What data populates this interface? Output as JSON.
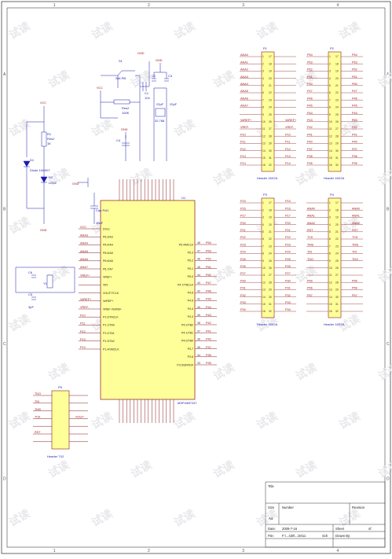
{
  "zones": {
    "columns": [
      "1",
      "2",
      "3",
      "4"
    ],
    "rows": [
      "A",
      "B",
      "C",
      "D"
    ]
  },
  "watermark": "试读",
  "mcu": {
    "designator": "U1",
    "part": "MSP430F247",
    "left_pins": [
      "DVcc",
      "P6.3/A3",
      "P6.4/A4",
      "P6.5/A5",
      "P6.6/A6",
      "P6.7/A7",
      "VREF+",
      "XIN",
      "XOUT/TCLK",
      "VeREF+",
      "VREF-/VeREF-",
      "P1.0/TACLK",
      "P1.1/TA0",
      "P1.2/TA1",
      "P1.3/TA2",
      "P1.4/SMCLK"
    ],
    "left_nets": [
      "VCC",
      "ANA3",
      "ANA4",
      "ANA5",
      "ANA6",
      "ANA7",
      "VREF+",
      "",
      "",
      "VeREF+",
      "VREF-",
      "P10",
      "P11",
      "P12",
      "P13",
      "P14"
    ],
    "right_pins": [
      "P5.4/MCLK",
      "P5.3",
      "P5.2",
      "P5.1",
      "P5.0",
      "P4.7/TBCLK",
      "P4.6",
      "P4.5",
      "P4.4",
      "P4.3",
      "P4.2/TB2",
      "P4.1/TB1",
      "P4.0/TB0",
      "P3.7",
      "P3.6",
      "P3.5/URXD0"
    ],
    "right_nets": [
      "P54",
      "P53",
      "P52",
      "P51",
      "P50",
      "P47",
      "P46",
      "P45",
      "P44",
      "P43",
      "P42",
      "P41",
      "P40",
      "P37",
      "P36",
      "P35"
    ],
    "right_numbers": [
      "48",
      "47",
      "46",
      "45",
      "44",
      "43",
      "42",
      "41",
      "40",
      "39",
      "38",
      "37",
      "36",
      "35",
      "34",
      "33"
    ]
  },
  "reset": {
    "switch": "S1",
    "switch_type": "SW-PB",
    "resistor": "Res2",
    "resistor_value": "100K",
    "cap_c1": "C1",
    "cap_c1_value": "104",
    "cap_c2": "C2",
    "cap_c3": "C3",
    "cap_value_22": "22pF",
    "crystal": "32.768",
    "power": "VCC",
    "ground": "GND"
  },
  "led": {
    "resistor": "R1",
    "resistor_type": "Res2",
    "resistor_value": "1K",
    "diode": "D1",
    "diode_type": "Diode 1N4007",
    "led": "D2",
    "led_type": "LED2",
    "power": "VCC",
    "ground": "GND"
  },
  "osc": {
    "cap_a": "C6",
    "cap_b": "C5",
    "value": "3pF",
    "crystal": "Y1"
  },
  "decouple": {
    "cap": "C4",
    "type": "Cap Pol1",
    "value": "10uF"
  },
  "headers": [
    {
      "name": "P1",
      "caption": "Header 16X2A",
      "left": [
        "ANA0",
        "ANA1",
        "ANA2",
        "ANA3",
        "ANA4",
        "ANA5",
        "ANA6",
        "ANA7",
        "",
        "VeREF+",
        "VREF-",
        "P10",
        "P11",
        "P12",
        "P13",
        "P14"
      ],
      "right": [
        "",
        "",
        "",
        "",
        "",
        "",
        "",
        "",
        "",
        "VeREF+",
        "VREF-",
        "P10",
        "P11",
        "P12",
        "P13",
        "P14"
      ]
    },
    {
      "name": "P2",
      "caption": "Header 16X2A",
      "left": [
        "P54",
        "P53",
        "P52",
        "P51",
        "P50",
        "P47",
        "P46",
        "P45",
        "P44",
        "P43",
        "P42",
        "P41",
        "P40",
        "P37",
        "P36",
        "P35"
      ],
      "right": [
        "P54",
        "P53",
        "P52",
        "P51",
        "P50",
        "P47",
        "P46",
        "P45",
        "P44",
        "P43",
        "P42",
        "P41",
        "P40",
        "P37",
        "P36",
        "P35"
      ]
    },
    {
      "name": "P3",
      "caption": "Header 16X2A",
      "left": [
        "P15",
        "P16",
        "P17",
        "P20",
        "P21",
        "P22",
        "P23",
        "P24",
        "P25",
        "P26",
        "P27",
        "P30",
        "P31",
        "P32",
        "P33",
        "P34"
      ],
      "right": [
        "P15",
        "P16",
        "P17",
        "P20",
        "P21",
        "P22",
        "P23",
        "P24",
        "P25",
        "P26",
        "P27",
        "P30",
        "P31",
        "P32",
        "P33",
        "P34"
      ]
    },
    {
      "name": "P4",
      "caption": "Header 16X2A",
      "left": [
        "",
        "ANA0",
        "ANA1",
        "ANA2",
        "RST",
        "TCK",
        "TMS",
        "TDI",
        "TDO",
        "",
        "",
        "P55",
        "P56",
        "P57",
        "",
        ""
      ],
      "right": [
        "",
        "ANA0",
        "ANA1",
        "ANA2",
        "RST",
        "TCK",
        "TMS",
        "TDI",
        "TDO",
        "",
        "",
        "P55",
        "P56",
        "P57",
        "",
        ""
      ]
    }
  ],
  "jtag": {
    "name": "P5",
    "caption": "Header 7X2",
    "nets_left": [
      "TDO",
      "TDI",
      "TMS",
      "TCK",
      "",
      "RST",
      ""
    ],
    "nets_right": [
      "",
      "",
      "",
      "XOUT",
      "",
      "",
      ""
    ]
  },
  "title_block": {
    "title": "Title",
    "size_label": "Size",
    "size_value": "A4",
    "number_label": "Number",
    "revision_label": "Revision",
    "date_label": "Date:",
    "date_value": "2009-7-16",
    "file_label": "File:",
    "file_value": "F:\\...430\\...\\2011",
    "sheet_label": "Sheet",
    "sheet_of": "of",
    "drawn_label": "Drawn By:",
    "sch_label": "Sch"
  }
}
